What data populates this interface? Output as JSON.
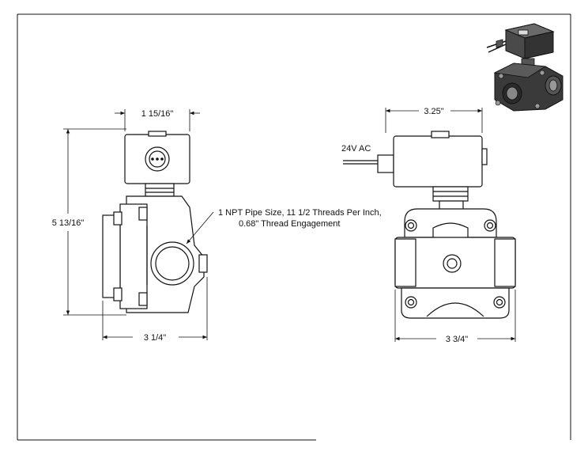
{
  "dimensions": {
    "side_top_width": "1 15/16\"",
    "side_height": "5 13/16\"",
    "side_bottom_width": "3 1/4\"",
    "front_top_width": "3.25\"",
    "front_bottom_width": "3 3/4\""
  },
  "labels": {
    "voltage": "24V AC",
    "pipe_note_line1": "1 NPT Pipe Size, 11 1/2 Threads Per Inch,",
    "pipe_note_line2": "0.68\" Thread Engagement"
  },
  "colors": {
    "line": "#111111",
    "iso_body": "#3a3a3a"
  }
}
